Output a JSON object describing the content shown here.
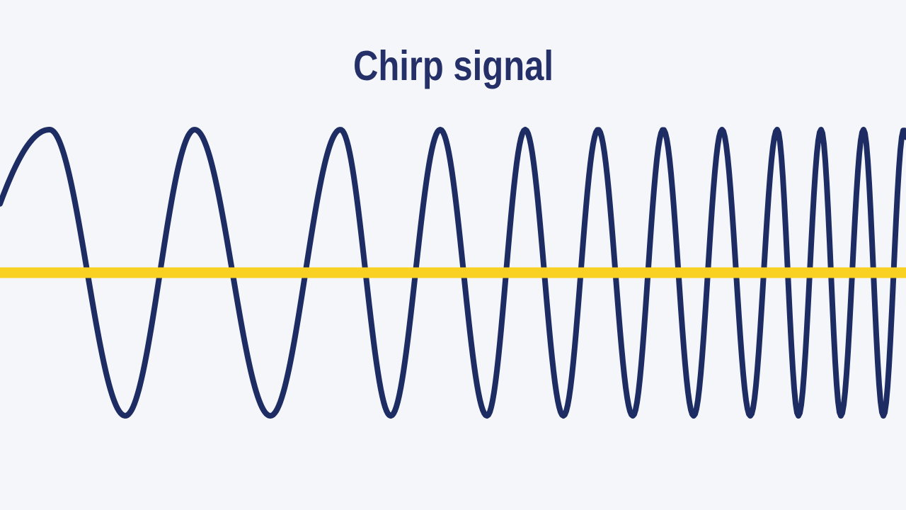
{
  "page": {
    "background_color": "#f4f6fa"
  },
  "chart_data": {
    "type": "line",
    "title": "Chirp signal",
    "description": "Constant-amplitude sine wave whose frequency increases from left to right (a chirp), oscillating around a horizontal yellow zero line; no axes ticks or labels are shown",
    "title_color": "#243067",
    "wave_color": "#1d2c62",
    "zero_line_color": "#f8d122",
    "x_range": [
      0,
      1280
    ],
    "y_center": 385,
    "amplitude": 202,
    "wave_stroke_width": 8,
    "zero_line_stroke_width": 15,
    "num_full_peaks": 12,
    "peaks_x": [
      70,
      275,
      481,
      622,
      742,
      845,
      937,
      1020,
      1098,
      1160,
      1220,
      1277
    ],
    "troughs_x": [
      177,
      382,
      552,
      688,
      796,
      894,
      980,
      1060,
      1128,
      1188,
      1248
    ],
    "phase_points": [
      [
        0,
        0.08
      ],
      [
        70,
        0.25
      ],
      [
        177,
        0.75
      ],
      [
        275,
        1.25
      ],
      [
        382,
        1.75
      ],
      [
        481,
        2.25
      ],
      [
        552,
        2.75
      ],
      [
        622,
        3.25
      ],
      [
        688,
        3.75
      ],
      [
        742,
        4.25
      ],
      [
        796,
        4.75
      ],
      [
        845,
        5.25
      ],
      [
        894,
        5.75
      ],
      [
        937,
        6.25
      ],
      [
        980,
        6.75
      ],
      [
        1020,
        7.25
      ],
      [
        1060,
        7.75
      ],
      [
        1098,
        8.25
      ],
      [
        1128,
        8.75
      ],
      [
        1160,
        9.25
      ],
      [
        1188,
        9.75
      ],
      [
        1220,
        10.25
      ],
      [
        1248,
        10.75
      ],
      [
        1277,
        11.25
      ],
      [
        1280,
        11.302
      ]
    ],
    "legend": null,
    "grid": false
  }
}
